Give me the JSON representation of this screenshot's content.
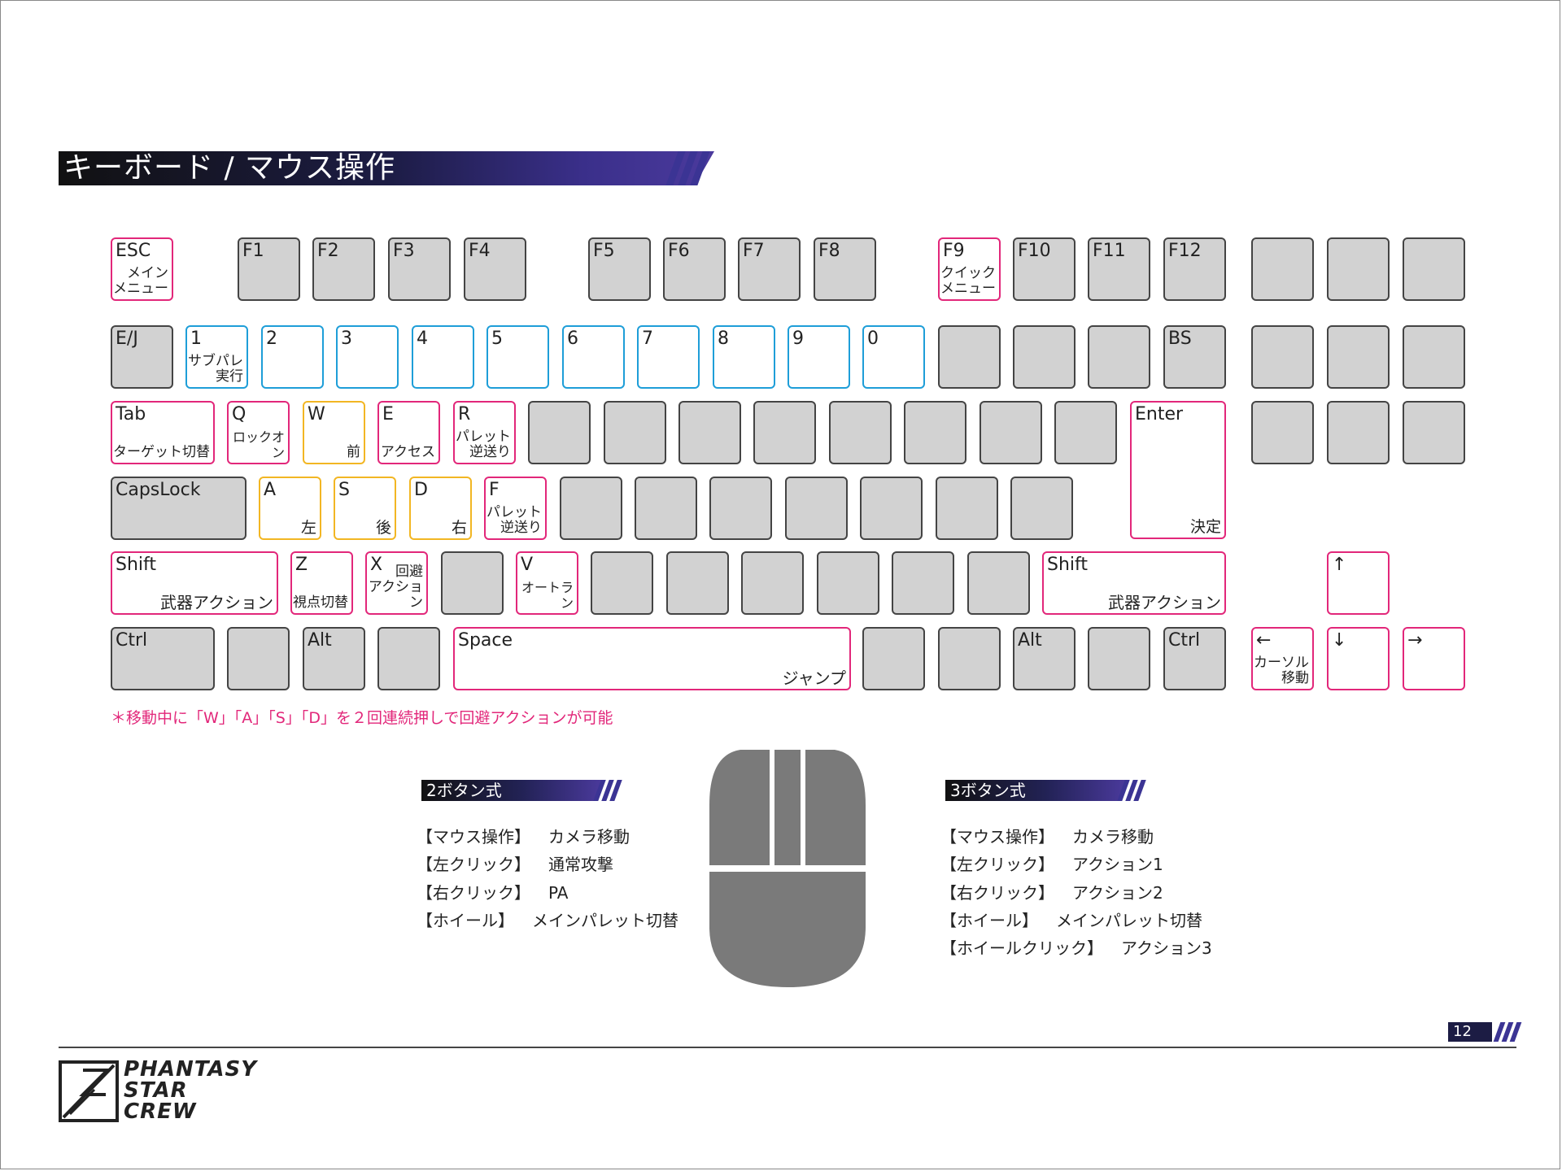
{
  "header": {
    "title": "キーボード / マウス操作"
  },
  "keyboard": {
    "esc": {
      "label": "ESC",
      "fn": "メイン\nメニュー"
    },
    "f1": "F1",
    "f2": "F2",
    "f3": "F3",
    "f4": "F4",
    "f5": "F5",
    "f6": "F6",
    "f7": "F7",
    "f8": "F8",
    "f9": {
      "label": "F9",
      "fn": "クイック\nメニュー"
    },
    "f10": "F10",
    "f11": "F11",
    "f12": "F12",
    "ej": "E/J",
    "n1": {
      "label": "1",
      "fn": "サブパレ\n実行"
    },
    "n2": "2",
    "n3": "3",
    "n4": "4",
    "n5": "5",
    "n6": "6",
    "n7": "7",
    "n8": "8",
    "n9": "9",
    "n0": "0",
    "bs": "BS",
    "tab": {
      "label": "Tab",
      "fn": "ターゲット切替"
    },
    "q": {
      "label": "Q",
      "fn": "ロックオン"
    },
    "w": {
      "label": "W",
      "fn": "前"
    },
    "e": {
      "label": "E",
      "fn": "アクセス"
    },
    "r": {
      "label": "R",
      "fn": "パレット\n逆送り"
    },
    "enter": {
      "label": "Enter",
      "fn": "決定"
    },
    "capslock": "CapsLock",
    "a": {
      "label": "A",
      "fn": "左"
    },
    "s": {
      "label": "S",
      "fn": "後"
    },
    "d": {
      "label": "D",
      "fn": "右"
    },
    "f": {
      "label": "F",
      "fn": "パレット\n逆送り"
    },
    "shift_l": {
      "label": "Shift",
      "fn": "武器アクション"
    },
    "z": {
      "label": "Z",
      "fn": "視点切替"
    },
    "x": {
      "label": "X",
      "fn": "回避\nアクション"
    },
    "v": {
      "label": "V",
      "fn": "オートラン"
    },
    "shift_r": {
      "label": "Shift",
      "fn": "武器アクション"
    },
    "up": "↑",
    "ctrl_l": "Ctrl",
    "alt_l": "Alt",
    "space": {
      "label": "Space",
      "fn": "ジャンプ"
    },
    "alt_r": "Alt",
    "ctrl_r": "Ctrl",
    "left": {
      "label": "←",
      "fn": "カーソル\n移動"
    },
    "down": "↓",
    "right": "→"
  },
  "note": "＊移動中に「W」「A」「S」「D」を２回連続押しで回避アクションが可能",
  "two_button": {
    "title": "2ボタン式",
    "items": [
      {
        "k": "【マウス操作】",
        "v": "カメラ移動"
      },
      {
        "k": "【左クリック】",
        "v": "通常攻撃"
      },
      {
        "k": "【右クリック】",
        "v": "PA"
      },
      {
        "k": "【ホイール】",
        "v": "メインパレット切替"
      }
    ]
  },
  "three_button": {
    "title": "3ボタン式",
    "items": [
      {
        "k": "【マウス操作】",
        "v": "カメラ移動"
      },
      {
        "k": "【左クリック】",
        "v": "アクション1"
      },
      {
        "k": "【右クリック】",
        "v": "アクション2"
      },
      {
        "k": "【ホイール】",
        "v": "メインパレット切替"
      },
      {
        "k": "【ホイールクリック】",
        "v": "アクション3"
      }
    ]
  },
  "footer": {
    "page": "12",
    "logo": "PHANTASY\nSTAR\nCREW"
  },
  "colors": {
    "pink": "#e2277a",
    "blue": "#1e9ed8",
    "yellow": "#f2b623",
    "key_fill": "#d2d2d2"
  }
}
